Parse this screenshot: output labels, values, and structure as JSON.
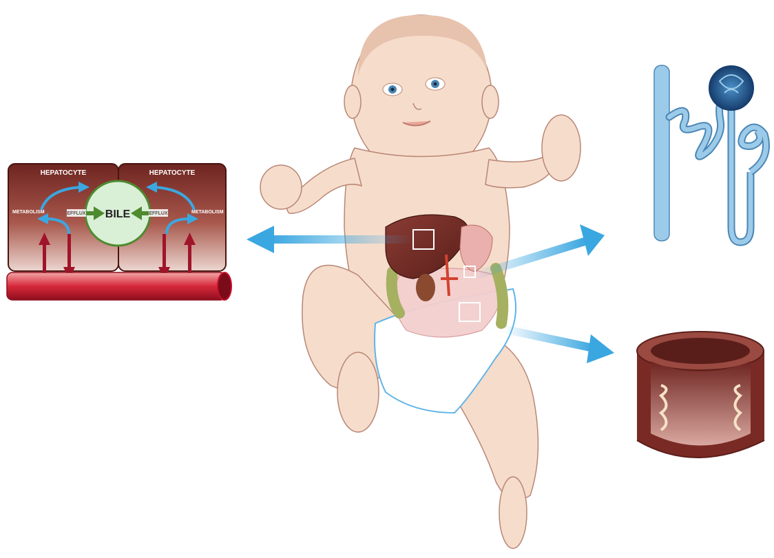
{
  "hepatocyte_panel": {
    "left_label": "HEPATOCYTE",
    "right_label": "HEPATOCYTE",
    "bile_label": "BILE",
    "left_efflux": "EFFLUX",
    "right_efflux": "EFFLUX",
    "left_metabolism": "METABOLISM",
    "right_metabolism": "METABOLISM"
  },
  "colors": {
    "arrow_blue": "#3ba7e0",
    "hepatocyte_dark": "#7a2a24",
    "bile_green": "#d9efd6",
    "efflux_green": "#4e8a2e",
    "vessel_red": "#c8102e",
    "skin": "#f6dccb",
    "nephron_blue": "#9ccbea"
  },
  "icons": [
    "baby-figure",
    "liver-organ",
    "intestine-organ",
    "nephron-icon",
    "intestine-cross-section-icon",
    "blood-vessel-icon"
  ]
}
